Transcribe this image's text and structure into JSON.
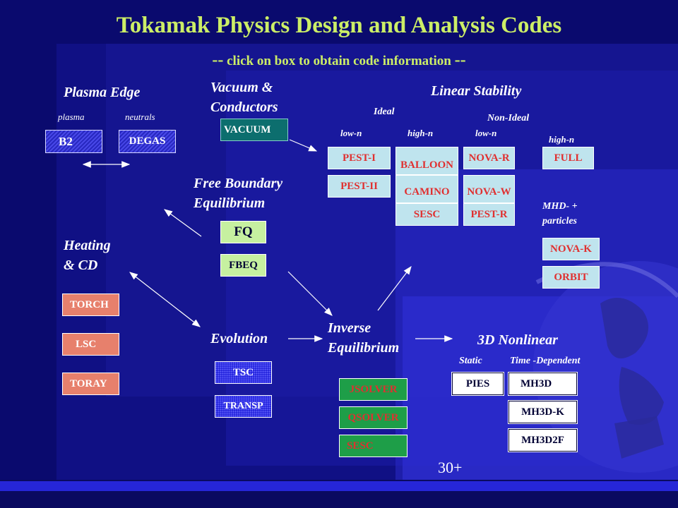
{
  "title": "Tokamak Physics Design and Analysis Codes",
  "subtitle_dashes": "--",
  "subtitle": "click on box to obtain code information",
  "colors": {
    "title": "#ccee66",
    "background": "#0a0a6e",
    "arrow": "#ffffff"
  },
  "headers": {
    "plasma_edge": "Plasma Edge",
    "vacuum_line1": "Vacuum &",
    "vacuum_line2": "Conductors",
    "linear_stability": "Linear Stability",
    "free_boundary_line1": "Free Boundary",
    "free_boundary_line2": "Equilibrium",
    "heating_line1": "Heating",
    "heating_line2": "& CD",
    "evolution": "Evolution",
    "inverse_line1": "Inverse",
    "inverse_line2": "Equilibrium",
    "nonlinear_3d": "3D Nonlinear"
  },
  "subheaders": {
    "plasma": "plasma",
    "neutrals": "neutrals",
    "ideal": "Ideal",
    "non_ideal": "Non-Ideal",
    "ideal_low_n": "low-n",
    "ideal_high_n": "high-n",
    "nonideal_low_n": "low-n",
    "nonideal_high_n": "high-n",
    "mhd_line1": "MHD- +",
    "mhd_line2": "particles",
    "static": "Static",
    "time_dependent": "Time -Dependent"
  },
  "boxes": {
    "b2": "B2",
    "degas": "DEGAS",
    "vacuum": "VACUUM",
    "pest_i": "PEST-I",
    "pest_ii": "PEST-II",
    "balloon": "BALLOON",
    "camino": "CAMINO",
    "sesc_stability": "SESC",
    "nova_r": "NOVA-R",
    "nova_w": "NOVA-W",
    "pest_r": "PEST-R",
    "full": "FULL",
    "nova_k": "NOVA-K",
    "orbit": "ORBIT",
    "fq": "FQ",
    "fbeq": "FBEQ",
    "torch": "TORCH",
    "lsc": "LSC",
    "toray": "TORAY",
    "tsc": "TSC",
    "transp": "TRANSP",
    "jsolver": "JSOLVER",
    "qsolver": "QSOLVER",
    "sesc_inverse": "SESC",
    "pies": "PIES",
    "mh3d": "MH3D",
    "mh3d_k": "MH3D-K",
    "mh3d2f": "MH3D2F"
  },
  "page_number": "30+"
}
